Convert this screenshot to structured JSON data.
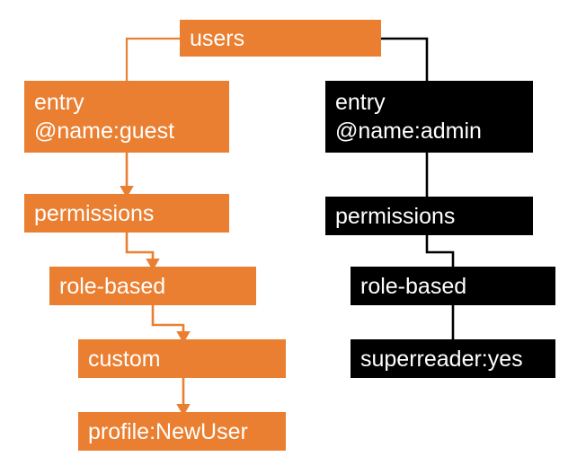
{
  "diagram": {
    "type": "tree",
    "title": "",
    "colors": {
      "orange_branch": "#ea7f31",
      "black_branch": "#000000",
      "node_text": "#ffffff",
      "background": "#ffffff"
    },
    "root": {
      "id": "users",
      "label": "users",
      "color": "orange_branch"
    },
    "branches": [
      {
        "name": "guest-branch",
        "color": "orange_branch",
        "edge_style": "arrow",
        "nodes": [
          {
            "id": "entry-guest",
            "label_line1": "entry",
            "label_line2": "@name:guest"
          },
          {
            "id": "permissions-guest",
            "label_line1": "permissions",
            "label_line2": ""
          },
          {
            "id": "role-based-guest",
            "label_line1": "role-based",
            "label_line2": ""
          },
          {
            "id": "custom-guest",
            "label_line1": "custom",
            "label_line2": ""
          },
          {
            "id": "profile-newuser",
            "label_line1": "profile:NewUser",
            "label_line2": ""
          }
        ]
      },
      {
        "name": "admin-branch",
        "color": "black_branch",
        "edge_style": "plain",
        "nodes": [
          {
            "id": "entry-admin",
            "label_line1": "entry",
            "label_line2": "@name:admin"
          },
          {
            "id": "permissions-admin",
            "label_line1": "permissions",
            "label_line2": ""
          },
          {
            "id": "role-based-admin",
            "label_line1": "role-based",
            "label_line2": ""
          },
          {
            "id": "superreader-yes",
            "label_line1": "superreader:yes",
            "label_line2": ""
          }
        ]
      }
    ]
  }
}
